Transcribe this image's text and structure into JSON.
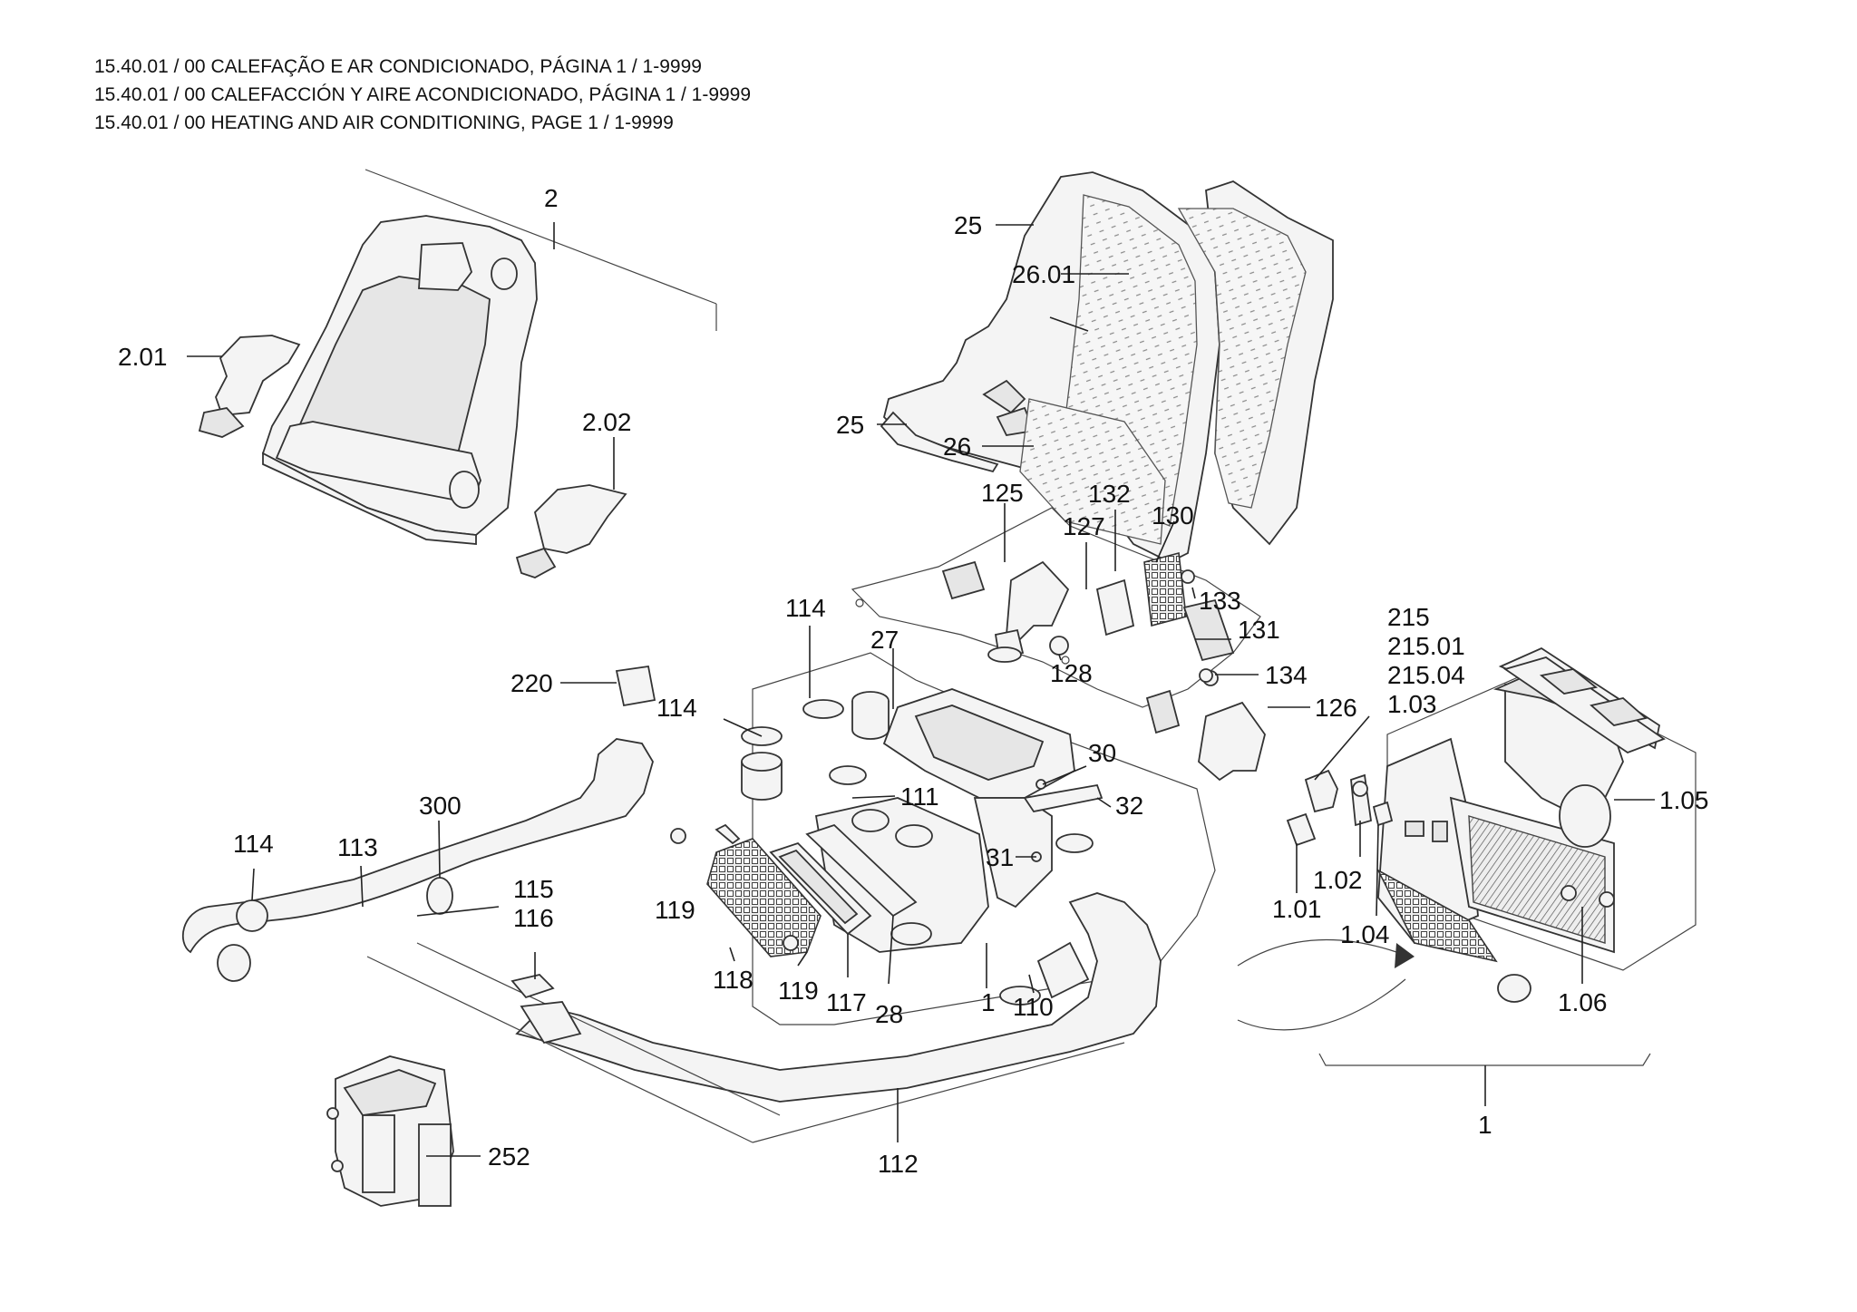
{
  "header": {
    "title_pt": "15.40.01 / 00 CALEFAÇÃO E AR CONDICIONADO, PÁGINA 1 / 1-9999",
    "title_es": "15.40.01 / 00 CALEFACCIÓN Y AIRE ACONDICIONADO, PÁGINA 1 / 1-9999",
    "title_en": "15.40.01 / 00 HEATING AND AIR CONDITIONING, PAGE 1 / 1-9999"
  },
  "callouts": {
    "c2": "2",
    "c2_01": "2.01",
    "c2_02": "2.02",
    "c25a": "25",
    "c26_01": "26.01",
    "c25b": "25",
    "c26": "26",
    "c125": "125",
    "c132": "132",
    "c127": "127",
    "c130": "130",
    "c133": "133",
    "c131": "131",
    "c128": "128",
    "c134": "134",
    "c126": "126",
    "c114a": "114",
    "c27": "27",
    "c220": "220",
    "c114b": "114",
    "c30": "30",
    "c32": "32",
    "c111": "111",
    "c31": "31",
    "c300": "300",
    "c114c": "114",
    "c113": "113",
    "c115": "115",
    "c116": "116",
    "c119a": "119",
    "c118": "118",
    "c119b": "119",
    "c117": "117",
    "c28": "28",
    "c1a": "1",
    "c110": "110",
    "c112": "112",
    "c252": "252",
    "c215": "215",
    "c215_01": "215.01",
    "c215_04": "215.04",
    "c1_03": "1.03",
    "c1_05": "1.05",
    "c1_02": "1.02",
    "c1_01": "1.01",
    "c1_04": "1.04",
    "c1_06": "1.06",
    "c1b": "1"
  }
}
